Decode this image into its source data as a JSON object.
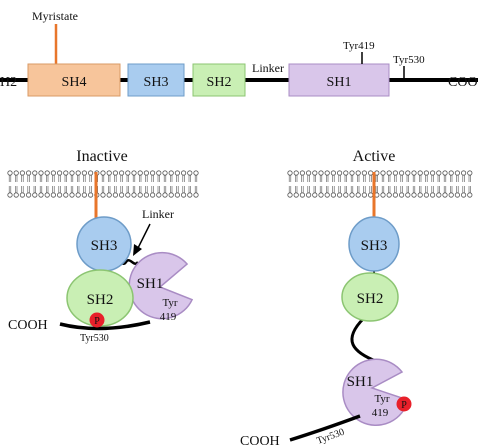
{
  "domain_bar": {
    "left_label": "H2",
    "right_label": "COO",
    "myristate_label": "Myristate",
    "linker_label": "Linker",
    "tyr419_label": "Tyr419",
    "tyr530_label": "Tyr530",
    "domains": [
      "SH4",
      "SH3",
      "SH2",
      "SH1"
    ]
  },
  "inactive": {
    "title": "Inactive",
    "linker_label": "Linker",
    "sh3": "SH3",
    "sh2": "SH2",
    "sh1": "SH1",
    "tyr_label": "Tyr",
    "tyr_num": "419",
    "phospho": "P",
    "cooh": "COOH",
    "tyr530": "Tyr530"
  },
  "active": {
    "title": "Active",
    "sh3": "SH3",
    "sh2": "SH2",
    "sh1": "SH1",
    "tyr_label": "Tyr",
    "tyr_num": "419",
    "phospho": "P",
    "cooh": "COOH",
    "tyr530": "Tyr530"
  },
  "colors": {
    "sh4": "#f7c59b",
    "sh3": "#a9ccef",
    "sh2": "#c9efb4",
    "sh1": "#d9c6ea",
    "myristate": "#e8762b",
    "phospho": "#e8202a",
    "membrane": "#555555"
  }
}
